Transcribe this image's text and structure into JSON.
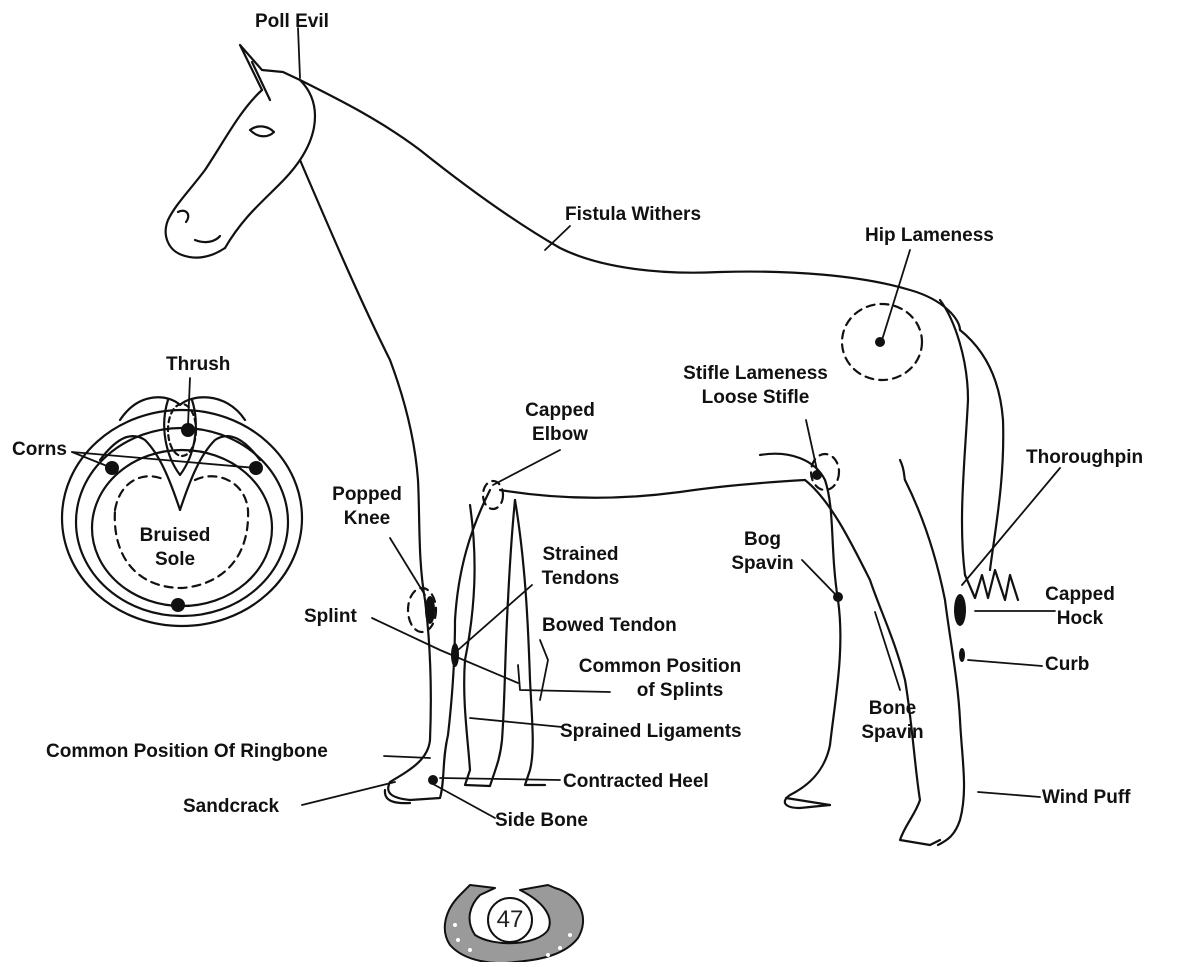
{
  "labels": {
    "poll_evil": "Poll Evil",
    "fistula_withers": "Fistula Withers",
    "hip_lameness": "Hip Lameness",
    "thrush": "Thrush",
    "corns": "Corns",
    "bruised_sole": [
      "Bruised",
      "Sole"
    ],
    "stifle": [
      "Stifle Lameness",
      "Loose Stifle"
    ],
    "capped_elbow": [
      "Capped",
      "Elbow"
    ],
    "popped_knee": [
      "Popped",
      "Knee"
    ],
    "strained_tendons": [
      "Strained",
      "Tendons"
    ],
    "bog_spavin": [
      "Bog",
      "Spavin"
    ],
    "thoroughpin": "Thoroughpin",
    "capped_hock": [
      "Capped",
      "Hock"
    ],
    "splint": "Splint",
    "bowed_tendon": "Bowed Tendon",
    "common_position_splints": [
      "Common Position",
      "of Splints"
    ],
    "curb": "Curb",
    "bone_spavin": [
      "Bone",
      "Spavin"
    ],
    "sprained_ligaments": "Sprained Ligaments",
    "ringbone": "Common Position Of Ringbone",
    "contracted_heel": "Contracted Heel",
    "sandcrack": "Sandcrack",
    "side_bone": "Side Bone",
    "wind_puff": "Wind Puff"
  },
  "page_number": "47",
  "colors": {
    "ink": "#111111",
    "background": "#ffffff",
    "badge_fill": "#9a9a9a"
  }
}
